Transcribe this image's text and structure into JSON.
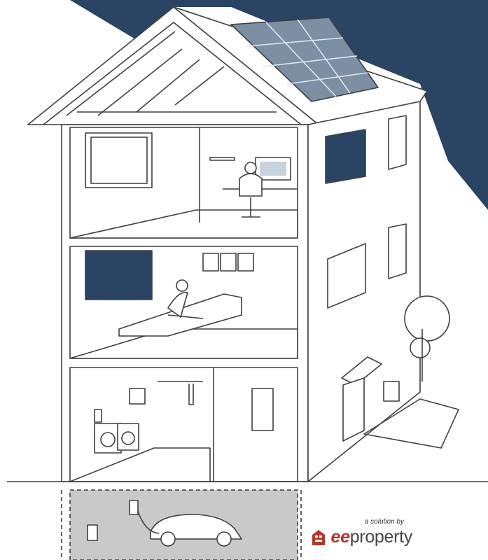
{
  "colors": {
    "sky": "#2a4464",
    "accent": "#b5372c",
    "line": "#3f3f3f",
    "basement": "#c9c9c9"
  },
  "brand": {
    "tagline": "a solution by",
    "name_prefix": "ee",
    "name_suffix": "property",
    "icon": "ee-house-logo-icon"
  },
  "scene": {
    "floors": [
      "attic",
      "office",
      "living-room",
      "laundry",
      "garage"
    ],
    "icons": [
      "solar-panel-icon",
      "desk-computer-icon",
      "person-with-phone-icon",
      "washing-machine-icon",
      "ev-charger-icon",
      "car-icon",
      "tree-icon",
      "mailbox-icon"
    ]
  }
}
